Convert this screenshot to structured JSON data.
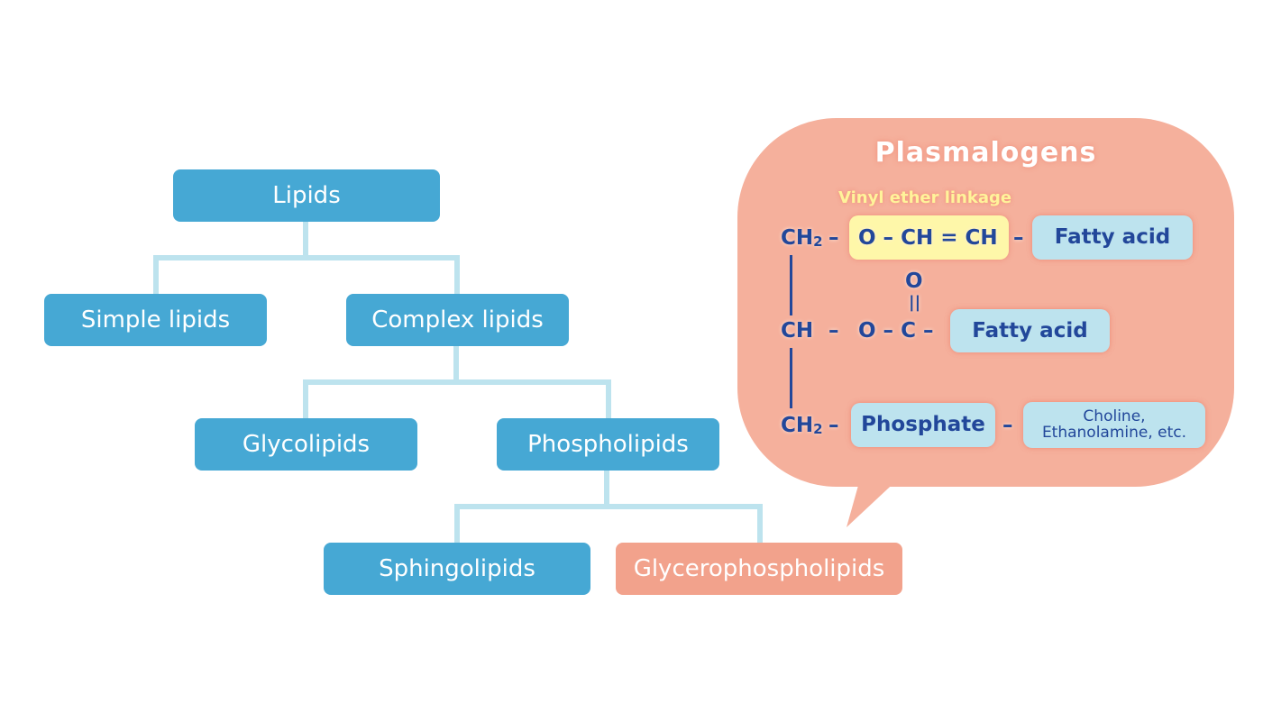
{
  "tree": {
    "lipids": "Lipids",
    "simple_lipids": "Simple lipids",
    "complex_lipids": "Complex lipids",
    "glycolipids": "Glycolipids",
    "phospholipids": "Phospholipids",
    "sphingolipids": "Sphingolipids",
    "glycerophospholipids": "Glycerophospholipids"
  },
  "bubble": {
    "title": "Plasmalogens",
    "vinyl_label": "Vinyl ether linkage",
    "row1": {
      "ch2": "CH",
      "sub": "2",
      "bond1": "–",
      "vinyl": "O – CH = CH",
      "bond2": "–",
      "fatty_acid": "Fatty acid"
    },
    "row2": {
      "ch": "CH",
      "bond1": "–",
      "ester": "O – C –",
      "carbonyl_o": "O",
      "double_bond": "||",
      "fatty_acid": "Fatty acid"
    },
    "row3": {
      "ch2": "CH",
      "sub": "2",
      "bond1": "–",
      "phosphate": "Phosphate",
      "bond2": "–",
      "headgroup_line1": "Choline,",
      "headgroup_line2": "Ethanolamine, etc."
    }
  },
  "colors": {
    "node_blue": "#46a8d4",
    "node_salmon": "#f2a28c",
    "connector": "#bde3ee",
    "bubble": "#f5b09c",
    "chem_text": "#22479a",
    "vinyl_highlight": "#fef7a9",
    "pill": "#bde3ee"
  }
}
